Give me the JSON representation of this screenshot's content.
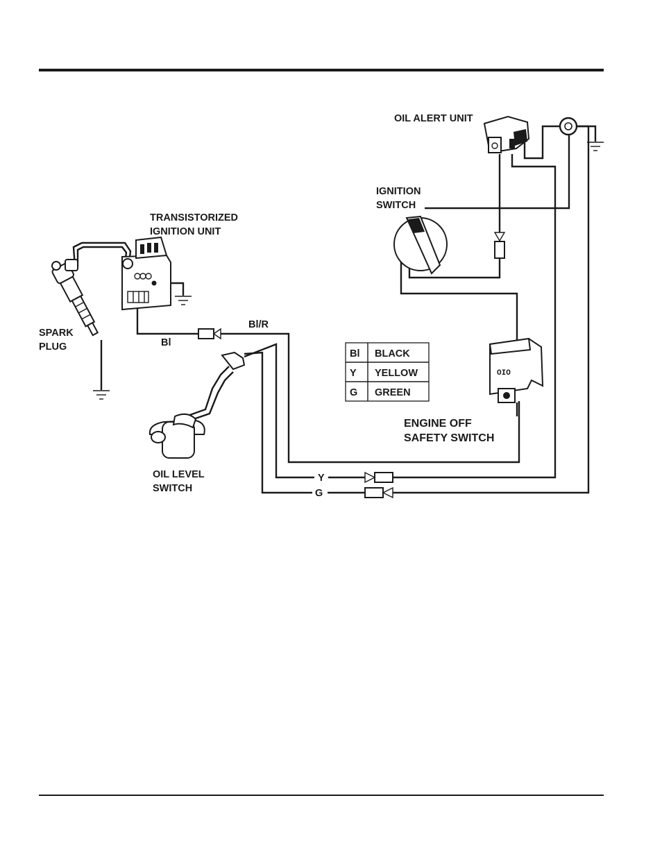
{
  "labels": {
    "oil_alert_unit": "OIL ALERT UNIT",
    "ignition_switch_l1": "IGNITION",
    "ignition_switch_l2": "SWITCH",
    "tiu_l1": "TRANSISTORIZED",
    "tiu_l2": "IGNITION UNIT",
    "spark_plug_l1": "SPARK",
    "spark_plug_l2": "PLUG",
    "oil_level_l1": "OIL LEVEL",
    "oil_level_l2": "SWITCH",
    "engine_off_l1": "ENGINE OFF",
    "engine_off_l2": "SAFETY SWITCH"
  },
  "wires": {
    "bl": "Bl",
    "bl_r": "Bl/R",
    "y": "Y",
    "g": "G"
  },
  "legend": [
    {
      "code": "Bl",
      "color": "BLACK"
    },
    {
      "code": "Y",
      "color": "YELLOW"
    },
    {
      "code": "G",
      "color": "GREEN"
    }
  ],
  "switch_markings": "OIO"
}
